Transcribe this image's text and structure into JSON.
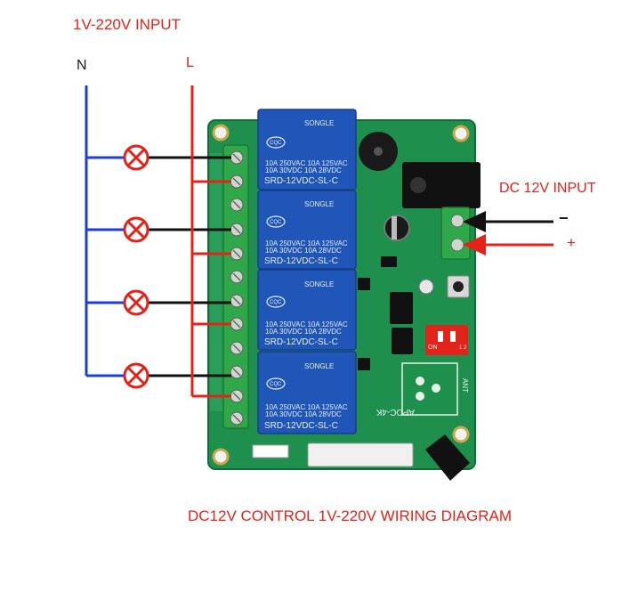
{
  "labels": {
    "ac_input": "1V-220V INPUT",
    "neutral": "N",
    "live": "L",
    "dc_input": "DC 12V INPUT",
    "minus": "−",
    "plus": "+",
    "caption": "DC12V CONTROL 1V-220V WIRING DIAGRAM"
  },
  "relay": {
    "brand": "SONGLE",
    "cert": "CQC",
    "rating_ac": "10A 250VAC   10A 125VAC",
    "rating_dc": "10A 30VDC    10A 28VDC",
    "model": "SRD-12VDC-SL-C"
  },
  "board": {
    "model": "APDC-4K",
    "antenna": "ANT",
    "dip_on": "ON",
    "dip_positions": "1 2"
  },
  "colors": {
    "neutral_wire": "#1c3fd6",
    "live_wire": "#e2231a",
    "load_wire": "#111111",
    "lamp": "#e2231a",
    "pcb": "#1f8f4e",
    "terminal": "#2fa84a",
    "relay": "#1f56b8",
    "caption": "#e2231a"
  },
  "icons": [
    "lamp-icon",
    "relay-icon",
    "terminal-screw-icon",
    "dc-jack-icon",
    "arrow-left-icon"
  ]
}
